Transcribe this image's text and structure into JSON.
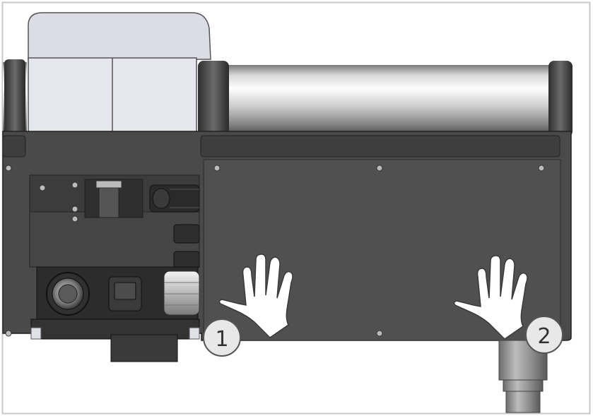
{
  "callouts": [
    {
      "id": "callout-1",
      "label": "1"
    },
    {
      "id": "callout-2",
      "label": "2"
    }
  ],
  "colors": {
    "frame": "#c8c8c8",
    "panel_dark": "#4a4a4a",
    "panel_darker": "#3a3a3a",
    "cover_light": "#e7e7ef",
    "roller_light": "#f2f2f2",
    "hand_fill": "#ffffff",
    "hand_stroke": "#3a3a3a",
    "callout_fill": "#e8e8e8",
    "callout_stroke": "#555555"
  },
  "icons": {
    "hand_left": "hand-icon",
    "hand_right": "hand-icon"
  }
}
